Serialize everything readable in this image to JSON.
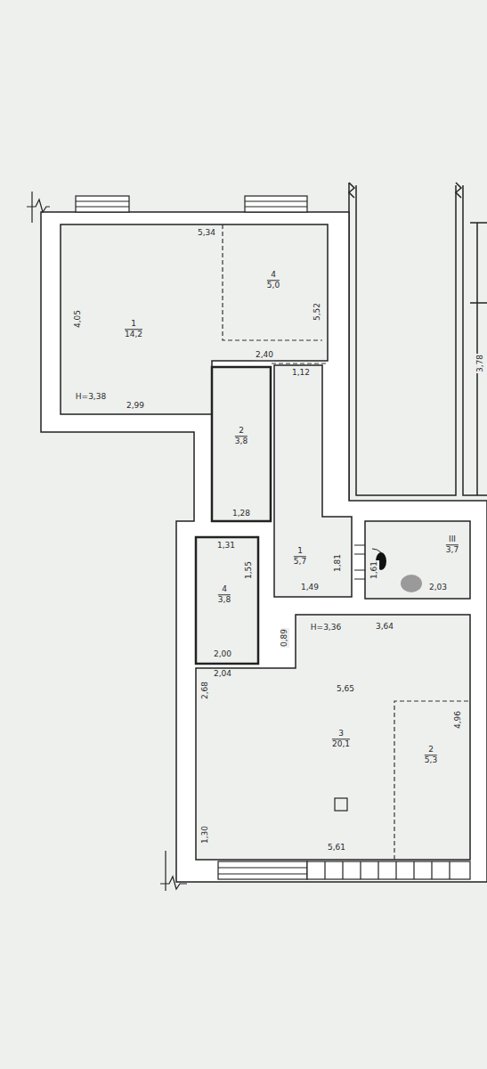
{
  "diagram": {
    "nodes": [
      {
        "text": [
          "1",
          "14,2"
        ]
      },
      {
        "text": [
          "4",
          "5,0"
        ],
        "in": 0
      },
      {
        "text": [
          "2",
          "3,8"
        ]
      },
      {
        "text": [
          "1",
          "5,7"
        ]
      },
      {
        "text": [
          "4",
          "3,8"
        ]
      },
      {
        "text": [
          "III",
          "3,7"
        ]
      },
      {
        "text": [
          "3",
          "20,1"
        ]
      },
      {
        "text": [
          "2",
          "5,3"
        ],
        "in": 6
      }
    ],
    "labels": [
      "5,34",
      "4,05",
      "2,99",
      "H=3,38",
      "5,52",
      "2,40",
      "1,12",
      "1,28",
      "1,81",
      "1,49",
      "1,31",
      "1,55",
      "2,00",
      "2,04",
      "0,89",
      "H=3,36",
      "3,64",
      "1,61",
      "2,03",
      "5,65",
      "4,96",
      "2,68",
      "1,30",
      "5,61",
      "3,78"
    ]
  }
}
